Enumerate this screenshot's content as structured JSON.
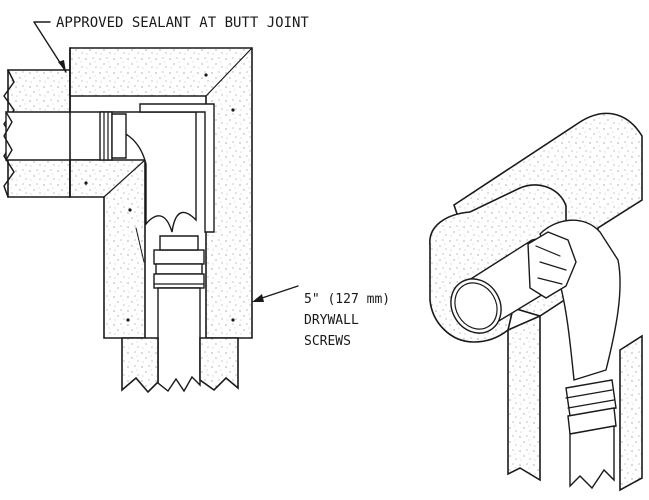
{
  "labels": {
    "sealant": "APPROVED SEALANT AT BUTT JOINT",
    "screw_size": "5\" (127 mm)",
    "screw_line1": "DRYWALL",
    "screw_line2": "SCREWS"
  },
  "colors": {
    "ink": "#1a1a1a",
    "background": "#ffffff"
  }
}
